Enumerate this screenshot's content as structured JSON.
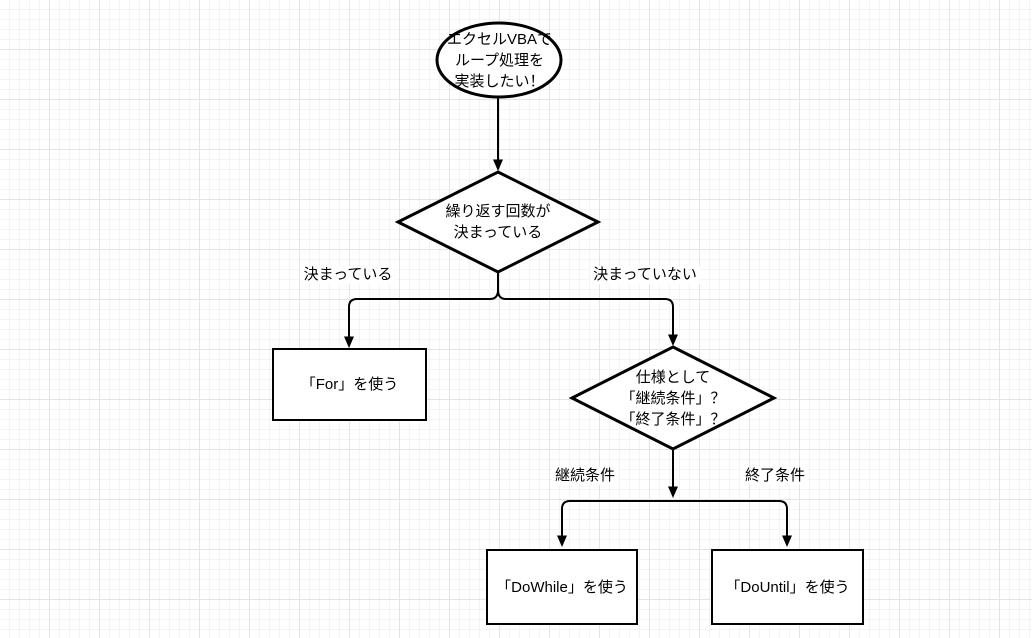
{
  "colors": {
    "line": "#000000",
    "text": "#000000",
    "background": "#ffffff",
    "grid_minor": "#f4f4f6",
    "grid_major": "#e4e4e6"
  },
  "nodes": {
    "start": {
      "shape": "ellipse",
      "text": "エクセルVBAで\nループ処理を\n実装したい！"
    },
    "decision_repeat_count": {
      "shape": "diamond",
      "text": "繰り返す回数が\n決まっている"
    },
    "use_for": {
      "shape": "rectangle",
      "text": "「For」を使う"
    },
    "decision_condition_type": {
      "shape": "diamond",
      "text": "仕様として\n「継続条件」？\n「終了条件」？"
    },
    "use_dowhile": {
      "shape": "rectangle",
      "text": "「DoWhile」を使う"
    },
    "use_dountil": {
      "shape": "rectangle",
      "text": "「DoUntil」を使う"
    }
  },
  "edge_labels": {
    "decided": "決まっている",
    "not_decided": "決まっていない",
    "continue_condition": "継続条件",
    "end_condition": "終了条件"
  }
}
